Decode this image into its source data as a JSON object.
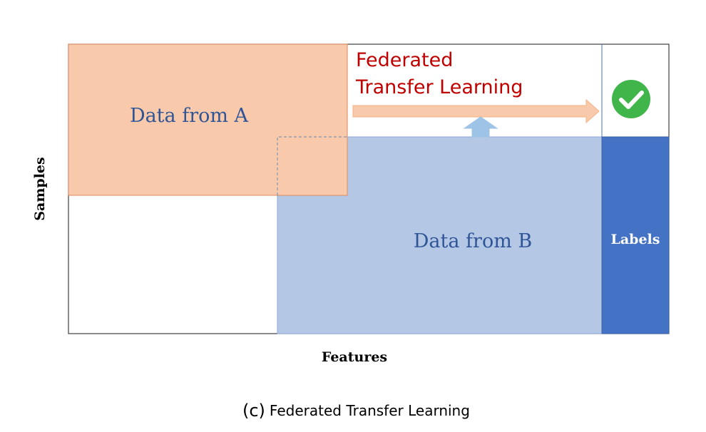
{
  "diagram": {
    "data_a_label": "Data from A",
    "data_b_label": "Data from B",
    "labels_label": "Labels",
    "arrow_title_line1": "Federated",
    "arrow_title_line2": "Transfer Learning",
    "y_axis_label": "Samples",
    "x_axis_label": "Features",
    "caption_prefix": "(c)",
    "caption_text": "Federated Transfer Learning",
    "check_icon": "check-circle-icon"
  },
  "colors": {
    "data_a_fill": "#f8c9ab",
    "data_a_stroke": "#e08a5a",
    "data_b_fill": "#b4c8e6",
    "data_b_stroke": "#8eaadb",
    "labels_fill": "#4472c4",
    "arrow_fill": "#f8c9ab",
    "arrow_stroke": "#f4b183",
    "up_arrow_fill": "#9dc3e6",
    "arrow_text": "#c00000",
    "region_text": "#2f5597",
    "check_fill": "#3fb54a"
  }
}
